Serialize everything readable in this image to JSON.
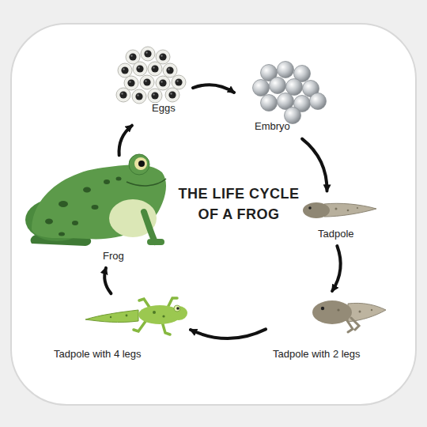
{
  "diagram": {
    "title": "THE LIFE CYCLE OF A FROG",
    "nodes": [
      {
        "text": [
          "Eggs"
        ]
      },
      {
        "text": [
          "Embryo"
        ]
      },
      {
        "text": [
          "Tadpole"
        ]
      },
      {
        "text": [
          "Tadpole with 2 legs"
        ]
      },
      {
        "text": [
          "Tadpole with 4 legs"
        ]
      },
      {
        "text": [
          "Frog"
        ]
      }
    ],
    "edges": [
      {
        "from": 0,
        "to": 1,
        "arrow": "to"
      },
      {
        "from": 1,
        "to": 2,
        "arrow": "to"
      },
      {
        "from": 2,
        "to": 3,
        "arrow": "to"
      },
      {
        "from": 3,
        "to": 4,
        "arrow": "to"
      },
      {
        "from": 4,
        "to": 5,
        "arrow": "to"
      },
      {
        "from": 5,
        "to": 0,
        "arrow": "to"
      }
    ]
  }
}
